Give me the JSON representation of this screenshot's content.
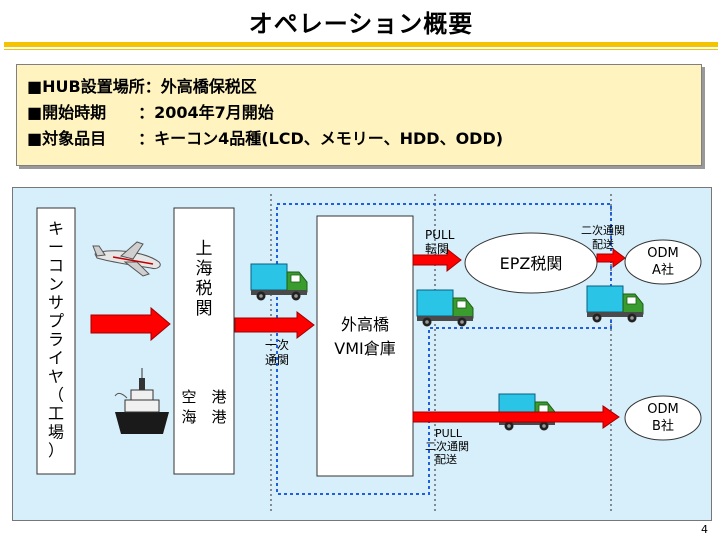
{
  "title": "オペレーション概要",
  "info": {
    "line1": "■HUB設置場所：外高橋保税区",
    "line2": "■開始時期　　：2004年7月開始",
    "line3": "■対象品目　　：キーコン4品種(LCD、メモリー、HDD、ODD)"
  },
  "diagram": {
    "supplier_chars": [
      "キ",
      "ー",
      "コ",
      "ン",
      "サ",
      "プ",
      "ラ",
      "イ",
      "ヤ",
      "（",
      "工",
      "場",
      "）"
    ],
    "customs_chars": [
      "上",
      "海",
      "税",
      "関"
    ],
    "port_air": "空　港",
    "port_sea": "海　港",
    "vmi_line1": "外高橋",
    "vmi_line2": "VMI倉庫",
    "first_clear_line1": "一次",
    "first_clear_line2": "通関",
    "pull_top_line1": "PULL",
    "pull_top_line2": "転関",
    "epz": "EPZ税関",
    "second_clear_top_line1": "二次通関",
    "second_clear_top_line2": "配送",
    "odm_a_line1": "ODM",
    "odm_a_line2": "A社",
    "odm_b_line1": "ODM",
    "odm_b_line2": "B社",
    "pull_bottom_line1": "PULL",
    "pull_bottom_line2": "二次通関",
    "pull_bottom_line3": "配送",
    "colors": {
      "arrow": "#ff0000",
      "truck_box": "#29c4e6",
      "cab": "#3a9b2e",
      "background": "#d7effa",
      "dotted": "#1f5fe0"
    }
  },
  "page_number": "4"
}
